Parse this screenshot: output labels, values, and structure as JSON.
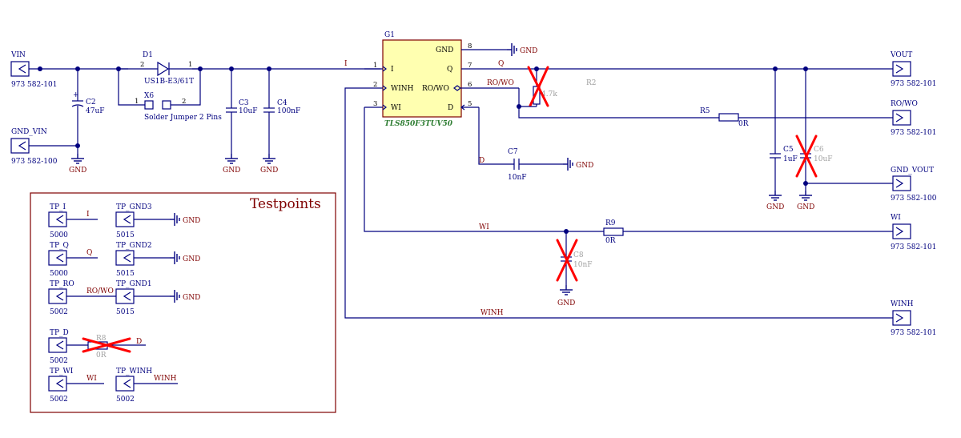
{
  "connectors": {
    "vin": {
      "name": "VIN",
      "part": "973 582-101"
    },
    "gnd_vin": {
      "name": "GND_VIN",
      "part": "973 582-100"
    },
    "vout": {
      "name": "VOUT",
      "part": "973 582-101"
    },
    "ro_wo": {
      "name": "RO/WO",
      "part": "973 582-101"
    },
    "gnd_vout": {
      "name": "GND_VOUT",
      "part": "973 582-100"
    },
    "wi": {
      "name": "WI",
      "part": "973 582-101"
    },
    "winh": {
      "name": "WINH",
      "part": "973 582-101"
    }
  },
  "components": {
    "c2": {
      "des": "C2",
      "val": "47uF"
    },
    "d1": {
      "des": "D1",
      "val": "US1B-E3/61T"
    },
    "x6": {
      "des": "X6",
      "val": "Solder Jumper 2 Pins"
    },
    "c3": {
      "des": "C3",
      "val": "10uF"
    },
    "c4": {
      "des": "C4",
      "val": "100nF"
    },
    "g1": {
      "des": "G1",
      "part": "TLS850F3TUV50"
    },
    "r2": {
      "des": "R2",
      "val": "4.7k"
    },
    "r5": {
      "des": "R5",
      "val": "0R"
    },
    "c7": {
      "des": "C7",
      "val": "10nF"
    },
    "c5": {
      "des": "C5",
      "val": "1uF"
    },
    "c6": {
      "des": "C6",
      "val": "10uF"
    },
    "r9": {
      "des": "R9",
      "val": "0R"
    },
    "c8": {
      "des": "C8",
      "val": "10nF"
    },
    "r8": {
      "des": "R8",
      "val": "0R"
    }
  },
  "ic_pins": {
    "p1": {
      "num": "1",
      "name": "I"
    },
    "p2": {
      "num": "2",
      "name": "WINH"
    },
    "p3": {
      "num": "3",
      "name": "WI"
    },
    "p8": {
      "num": "8",
      "name": "GND"
    },
    "p7": {
      "num": "7",
      "name": "Q"
    },
    "p6": {
      "num": "6",
      "name": "RO/WO"
    },
    "p5": {
      "num": "5",
      "name": "D"
    }
  },
  "pins": {
    "one": "1",
    "two": "2"
  },
  "nets": {
    "i": "I",
    "q": "Q",
    "ro_wo": "RO/WO",
    "d": "D",
    "wi": "WI",
    "winh": "WINH",
    "gnd": "GND"
  },
  "testpoints": {
    "title": "Testpoints",
    "tp_i": {
      "name": "TP_I",
      "part": "5000"
    },
    "tp_gnd3": {
      "name": "TP_GND3",
      "part": "5015"
    },
    "tp_q": {
      "name": "TP_Q",
      "part": "5000"
    },
    "tp_gnd2": {
      "name": "TP_GND2",
      "part": "5015"
    },
    "tp_ro": {
      "name": "TP_RO",
      "part": "5002"
    },
    "tp_gnd1": {
      "name": "TP_GND1",
      "part": "5015"
    },
    "tp_d": {
      "name": "TP_D",
      "part": "5002"
    },
    "tp_wi": {
      "name": "TP_WI",
      "part": "5002"
    },
    "tp_winh": {
      "name": "TP_WINH",
      "part": "5002"
    }
  },
  "colors": {
    "wire": "#00007f",
    "net_label": "#7f0000",
    "dnp_cross": "#ff0000",
    "ic_body": "#ffffb0",
    "part_number": "#2e7d32"
  }
}
